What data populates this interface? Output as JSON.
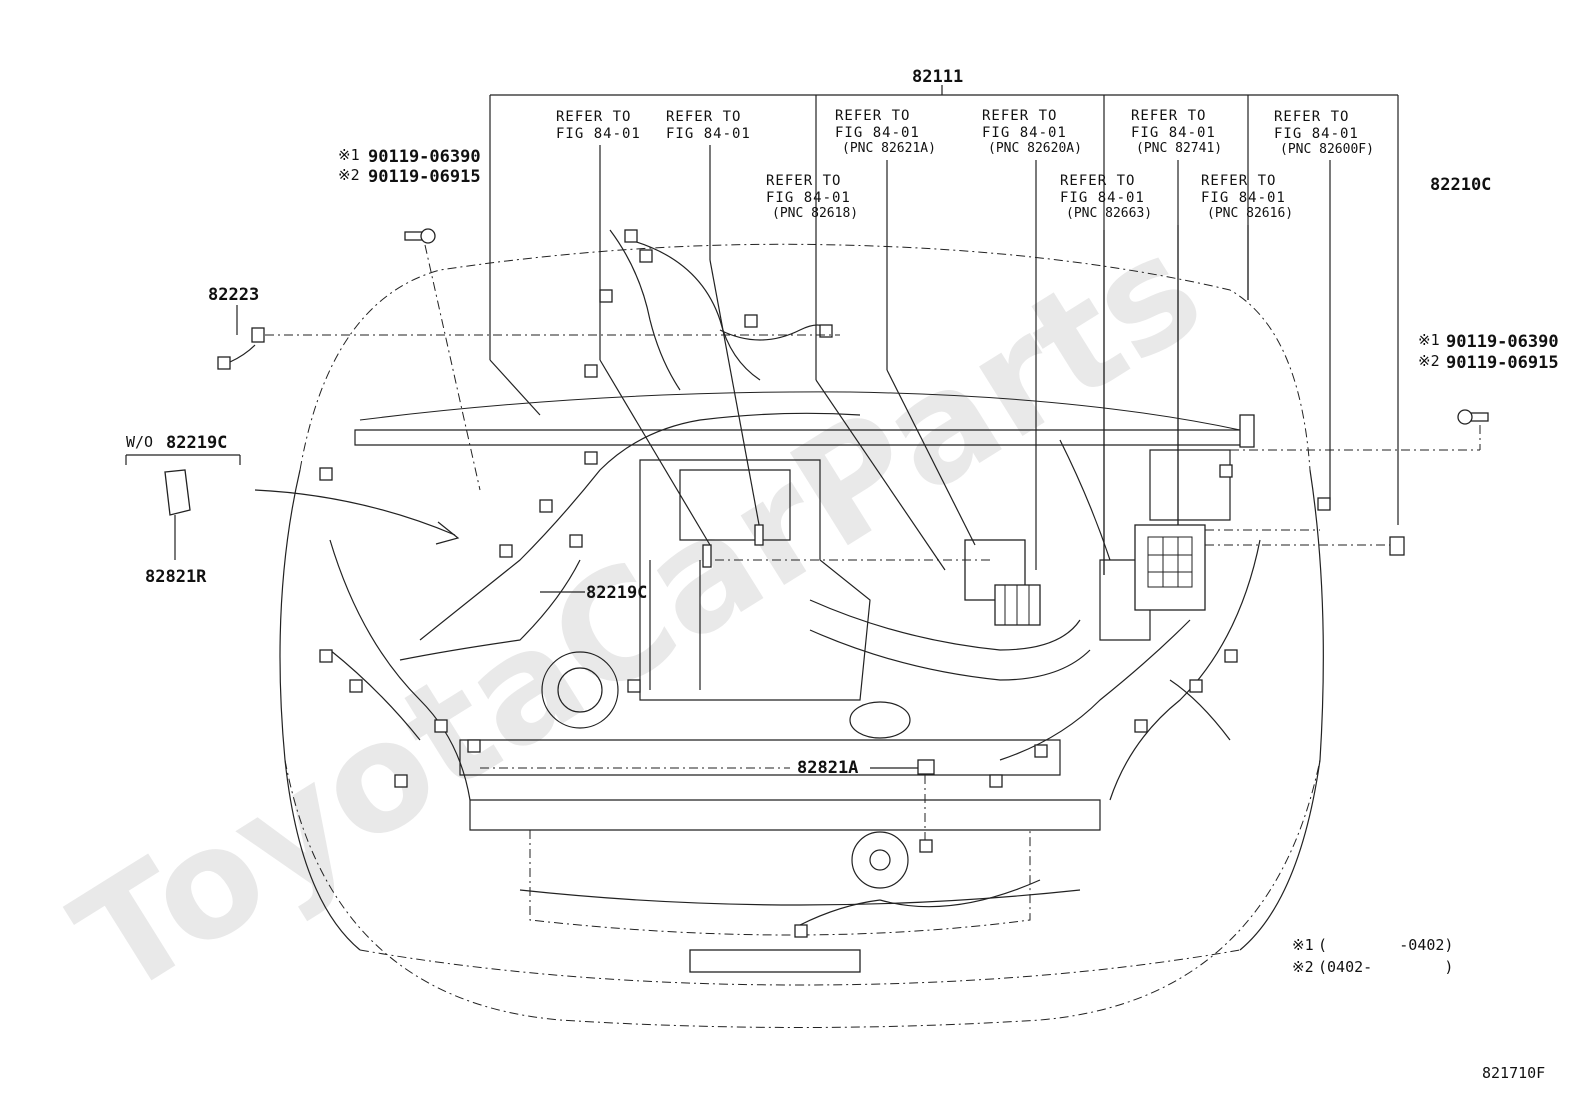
{
  "watermark": "ToyotaCarParts",
  "main_harness": "82111",
  "refs": [
    {
      "l1": "REFER TO",
      "l2": "FIG 84-01",
      "pnc": ""
    },
    {
      "l1": "REFER TO",
      "l2": "FIG 84-01",
      "pnc": ""
    },
    {
      "l1": "REFER TO",
      "l2": "FIG 84-01",
      "pnc": "(PNC 82618)"
    },
    {
      "l1": "REFER TO",
      "l2": "FIG 84-01",
      "pnc": "(PNC 82621A)"
    },
    {
      "l1": "REFER TO",
      "l2": "FIG 84-01",
      "pnc": "(PNC 82620A)"
    },
    {
      "l1": "REFER TO",
      "l2": "FIG 84-01",
      "pnc": "(PNC 82663)"
    },
    {
      "l1": "REFER TO",
      "l2": "FIG 84-01",
      "pnc": "(PNC 82741)"
    },
    {
      "l1": "REFER TO",
      "l2": "FIG 84-01",
      "pnc": "(PNC 82616)"
    },
    {
      "l1": "REFER TO",
      "l2": "FIG 84-01",
      "pnc": "(PNC 82600F)"
    }
  ],
  "bolts_left": {
    "n1": "※1",
    "p1": "90119-06390",
    "n2": "※2",
    "p2": "90119-06915"
  },
  "bolts_right": {
    "n1": "※1",
    "p1": "90119-06390",
    "n2": "※2",
    "p2": "90119-06915"
  },
  "parts": {
    "p82210c": "82210C",
    "p82223": "82223",
    "wo_prefix": "W/O",
    "p82219c_top": "82219C",
    "p82821r": "82821R",
    "p82219c": "82219C",
    "p82821a": "82821A"
  },
  "legend": {
    "n1": "※1",
    "r1": "(        -0402)",
    "n2": "※2",
    "r2": "(0402-        )"
  },
  "figure_code": "821710F"
}
